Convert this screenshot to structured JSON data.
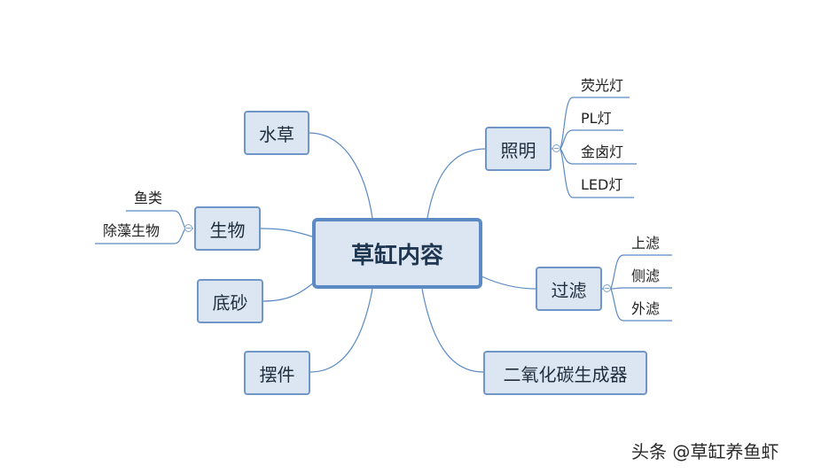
{
  "central": {
    "label": "草缸内容"
  },
  "branches": {
    "shuicao": {
      "label": "水草"
    },
    "shengwu": {
      "label": "生物",
      "children": [
        "鱼类",
        "除藻生物"
      ]
    },
    "disha": {
      "label": "底砂"
    },
    "baijian": {
      "label": "摆件"
    },
    "zhaoming": {
      "label": "照明",
      "children": [
        "荧光灯",
        "PL灯",
        "金卤灯",
        "LED灯"
      ]
    },
    "guolv": {
      "label": "过滤",
      "children": [
        "上滤",
        "侧滤",
        "外滤"
      ]
    },
    "co2": {
      "label": "二氧化碳生成器"
    }
  },
  "watermark": "头条 @草缸养鱼虾",
  "colors": {
    "line": "#5b8ac4",
    "node_fill": "#dce6f2",
    "node_border": "#6f96c6"
  }
}
